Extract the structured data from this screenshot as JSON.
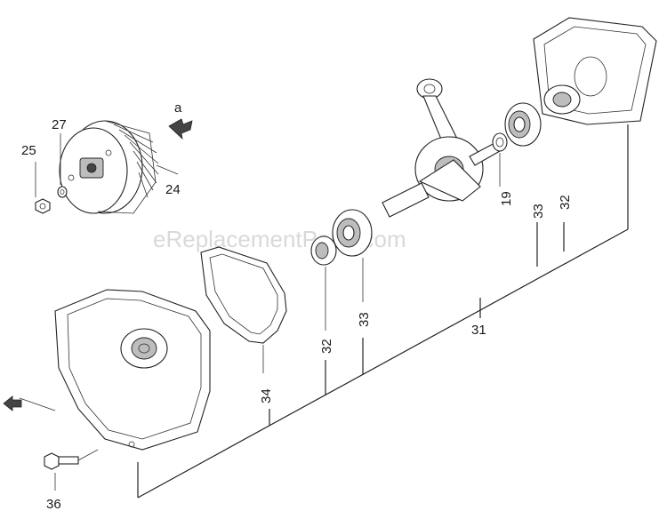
{
  "watermark": "eReplacementParts.com",
  "labels": {
    "a": "a",
    "p19": "19",
    "p24": "24",
    "p25": "25",
    "p27": "27",
    "p31": "31",
    "p32_upper": "32",
    "p32_lower": "32",
    "p33_upper": "33",
    "p33_lower": "33",
    "p34": "34",
    "p36": "36"
  },
  "colors": {
    "line": "#222222",
    "watermark": "#d9d9d9",
    "background": "#ffffff"
  }
}
